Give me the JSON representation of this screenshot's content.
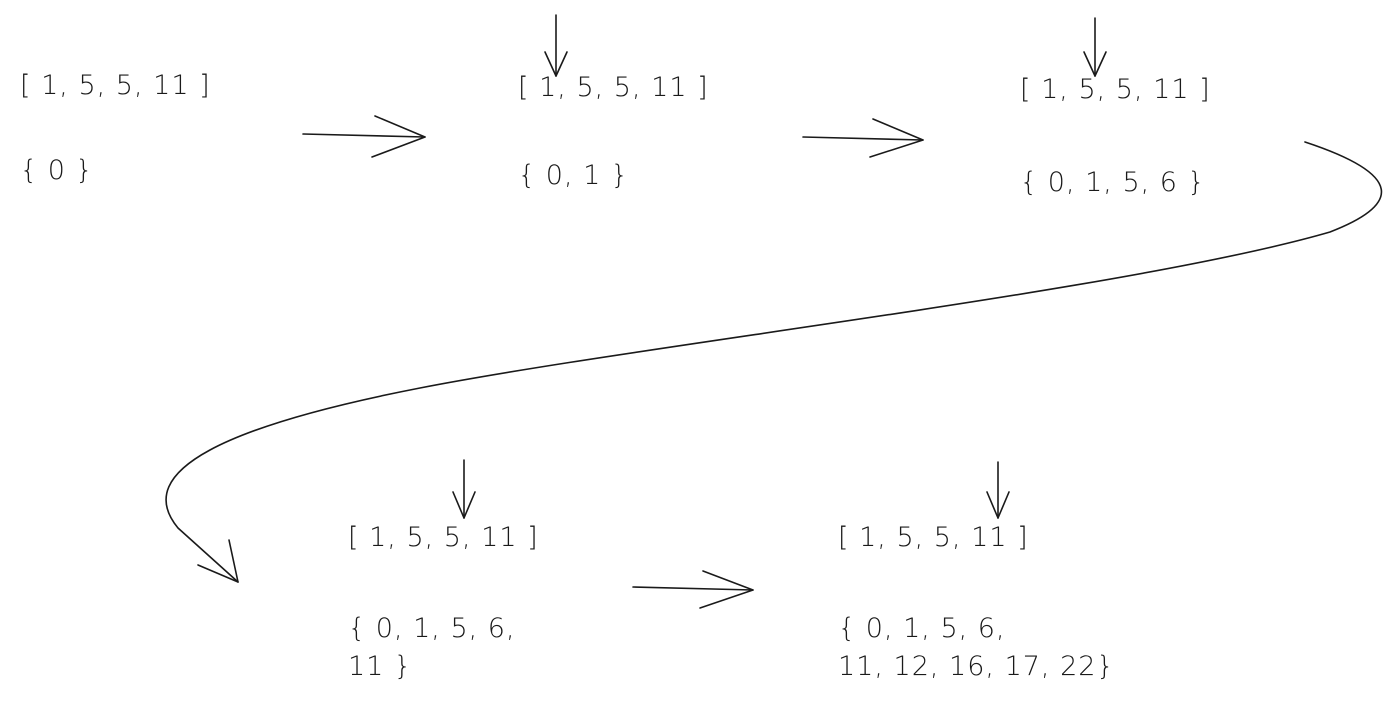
{
  "steps": [
    {
      "array": "[ 1, 5, 5, 11 ]",
      "set_line1": "{ 0 }",
      "set_line2": ""
    },
    {
      "array": "[ 1, 5, 5, 11 ]",
      "set_line1": "{ 0, 1 }",
      "set_line2": ""
    },
    {
      "array": "[ 1, 5, 5, 11 ]",
      "set_line1": "{ 0, 1, 5, 6 }",
      "set_line2": ""
    },
    {
      "array": "[ 1, 5, 5, 11 ]",
      "set_line1": "{ 0, 1, 5, 6,",
      "set_line2": "11 }"
    },
    {
      "array": "[ 1, 5, 5, 11 ]",
      "set_line1": "{ 0, 1, 5, 6,",
      "set_line2": "11, 12, 16, 17, 22}"
    }
  ]
}
